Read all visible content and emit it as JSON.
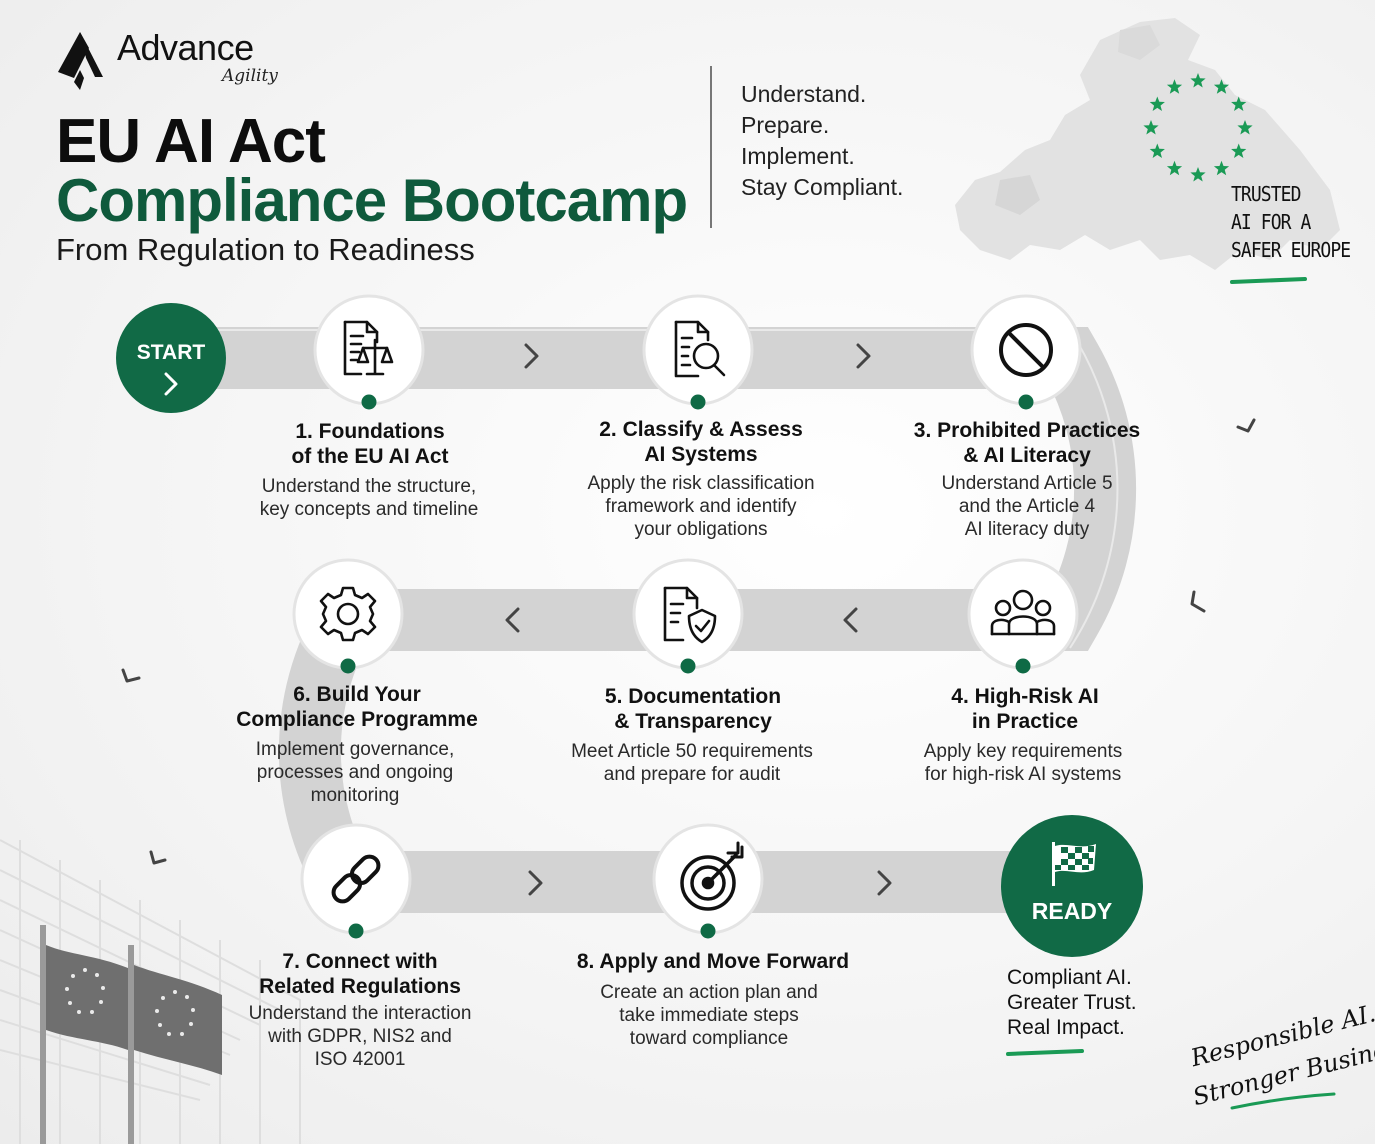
{
  "brand": {
    "name": "Advance",
    "sub": "Agility"
  },
  "header": {
    "title_line1": "EU AI Act",
    "title_line2": "Compliance Bootcamp",
    "subtitle": "From Regulation to Readiness",
    "tagline": [
      "Understand.",
      "Prepare.",
      "Implement.",
      "Stay Compliant."
    ],
    "trusted": [
      "TRUSTED",
      "AI FOR A",
      "SAFER EUROPE"
    ]
  },
  "start_label": "START",
  "steps": [
    {
      "title": [
        "1. Foundations",
        "of the EU AI Act"
      ],
      "desc": [
        "Understand the structure,",
        "key concepts and timeline"
      ],
      "icon": "document-scales-icon"
    },
    {
      "title": [
        "2. Classify & Assess",
        "AI Systems"
      ],
      "desc": [
        "Apply the risk classification",
        "framework and identify",
        "your obligations"
      ],
      "icon": "document-search-icon"
    },
    {
      "title": [
        "3. Prohibited Practices",
        "& AI Literacy"
      ],
      "desc": [
        "Understand Article 5",
        "and the Article 4",
        "AI literacy duty"
      ],
      "icon": "prohibited-icon"
    },
    {
      "title": [
        "4. High-Risk AI",
        "in Practice"
      ],
      "desc": [
        "Apply key requirements",
        "for high-risk AI systems"
      ],
      "icon": "people-group-icon"
    },
    {
      "title": [
        "5. Documentation",
        "& Transparency"
      ],
      "desc": [
        "Meet Article 50 requirements",
        "and prepare for audit"
      ],
      "icon": "document-shield-icon"
    },
    {
      "title": [
        "6. Build Your",
        "Compliance Programme"
      ],
      "desc": [
        "Implement governance,",
        "processes and ongoing",
        "monitoring"
      ],
      "icon": "gear-icon"
    },
    {
      "title": [
        "7. Connect with",
        "Related Regulations"
      ],
      "desc": [
        "Understand the interaction",
        "with GDPR, NIS2 and",
        "ISO 42001"
      ],
      "icon": "link-icon"
    },
    {
      "title": [
        "8. Apply and Move Forward"
      ],
      "desc": [
        "Create an action plan and",
        "take immediate steps",
        "toward compliance"
      ],
      "icon": "target-icon"
    }
  ],
  "ready": {
    "label": "READY",
    "lines": [
      "Compliant AI.",
      "Greater Trust.",
      "Real Impact."
    ]
  },
  "signature": [
    "Responsible AI.",
    "Stronger Business."
  ],
  "colors": {
    "accent": "#0f6a45",
    "road": "#d3d3d3",
    "star": "#1a9a55"
  }
}
